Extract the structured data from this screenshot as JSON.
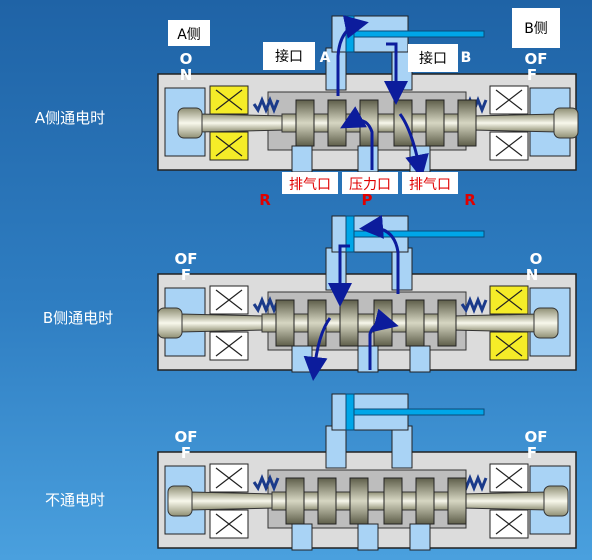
{
  "colors": {
    "background_top": "#1f63a6",
    "background_bottom": "#4aa0de",
    "valve_body": "#dcdcdc",
    "chamber": "#a9d3f5",
    "cylinder_piston": "#00a6e8",
    "flow_arrow": "#0c1c9c",
    "coil_on": "#f5ec28",
    "coil_off": "#ffffff",
    "port_letter": "#e00000"
  },
  "labels": {
    "a_side": "A侧",
    "b_side": "B侧",
    "port_a_text": "接口",
    "port_b_text": "接口",
    "port_a_letter": "A",
    "port_b_letter": "B",
    "exhaust_left": "排气口",
    "pressure": "压力口",
    "exhaust_right": "排气口",
    "r_left": "R",
    "p": "P",
    "r_right": "R"
  },
  "states": [
    {
      "row_label": "A侧通电时",
      "left_state_top": "O",
      "left_state_bottom": "N",
      "right_state_top": "OF",
      "right_state_bottom": "F",
      "left_coil": "on",
      "right_coil": "off"
    },
    {
      "row_label": "B侧通电时",
      "left_state_top": "OF",
      "left_state_bottom": "F",
      "right_state_top": "O",
      "right_state_bottom": "N",
      "left_coil": "off",
      "right_coil": "on"
    },
    {
      "row_label": "不通电时",
      "left_state_top": "OF",
      "left_state_bottom": "F",
      "right_state_top": "OF",
      "right_state_bottom": "F",
      "left_coil": "off",
      "right_coil": "off"
    }
  ]
}
